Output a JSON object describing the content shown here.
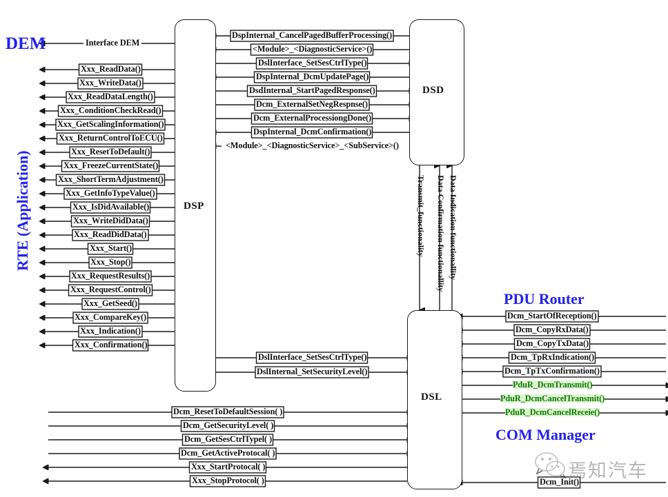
{
  "diagram": {
    "title": "AUTOSAR DCM module internal interfaces",
    "accent_blue": "#2222ee",
    "highlight_green": "#ddf5cc",
    "line_color": "#1a1a1a"
  },
  "blocks": {
    "dsp": {
      "label": "DSP"
    },
    "dsd": {
      "label": "DSD"
    },
    "dsl": {
      "label": "DSL"
    }
  },
  "titles": {
    "dem": "DEM",
    "rte": "RTE (Application)",
    "pdu_router": "PDU Router",
    "com_manager": "COM Manager"
  },
  "dem_interface": {
    "label": "Interface DEM",
    "direction": "left"
  },
  "rte_to_dsp": [
    {
      "label": "Xxx_ReadData()",
      "direction": "left"
    },
    {
      "label": "Xxx_WriteData()",
      "direction": "left"
    },
    {
      "label": "Xxx_ReadDataLength()",
      "direction": "left"
    },
    {
      "label": "Xxx_ConditionCheckRead()",
      "direction": "left"
    },
    {
      "label": "Xxx_GetScalingInformation()",
      "direction": "left"
    },
    {
      "label": "Xxx_ReturnControlToECU()",
      "direction": "left"
    },
    {
      "label": "Xxx_ResetToDefault()",
      "direction": "left"
    },
    {
      "label": "Xxx_FreezeCurrentState()",
      "direction": "left"
    },
    {
      "label": "Xxx_ShortTermAdjustment()",
      "direction": "left"
    },
    {
      "label": "Xxx_GetInfoTypeValue()",
      "direction": "left"
    },
    {
      "label": "Xxx_IsDidAvailable()",
      "direction": "left"
    },
    {
      "label": "Xxx_WriteDidData()",
      "direction": "left"
    },
    {
      "label": "Xxx_ReadDidData()",
      "direction": "left"
    },
    {
      "label": "Xxx_Start()",
      "direction": "left"
    },
    {
      "label": "Xxx_Stop()",
      "direction": "left"
    },
    {
      "label": "Xxx_RequestResults()",
      "direction": "left"
    },
    {
      "label": "Xxx_RequestControl()",
      "direction": "left"
    },
    {
      "label": "Xxx_GetSeed()",
      "direction": "left"
    },
    {
      "label": "Xxx_CompareKey()",
      "direction": "left"
    },
    {
      "label": "Xxx_Indication()",
      "direction": "left"
    },
    {
      "label": "Xxx_Confirmation()",
      "direction": "left"
    }
  ],
  "dsp_to_dsd": [
    {
      "label": "DspInternal_CancelPagedBufferProcessing()",
      "direction": "left"
    },
    {
      "label": "<Module>_<DiagnosticService>()",
      "direction": "left"
    },
    {
      "label": "DslInterface_SetSesCtrlType()",
      "direction": "right"
    },
    {
      "label": "DspInternal_DcmUpdatePage()",
      "direction": "left"
    },
    {
      "label": "DsdInternal_StartPagedResponse()",
      "direction": "right"
    },
    {
      "label": "Dcm_ExternalSetNegRespnse()",
      "direction": "right"
    },
    {
      "label": "Dcm_ExternalProcessiongDone()",
      "direction": "right"
    },
    {
      "label": "DspInternal_DcmConfirmation()",
      "direction": "left"
    },
    {
      "label": "<Module>_<DiagnosticService>_<SubService>()",
      "direction": "left"
    }
  ],
  "dsp_to_dsl": [
    {
      "label": "DslInterface_SetSesCtrlType()",
      "direction": "right"
    },
    {
      "label": "DslInternal_SetSecurityLevel()",
      "direction": "right"
    }
  ],
  "dsd_dsl_vertical": [
    {
      "label": "Transmit_functionality",
      "direction": "down"
    },
    {
      "label": "Data Confirmation functionallity",
      "direction": "up"
    },
    {
      "label": "Data Indication functionallity",
      "direction": "up"
    }
  ],
  "dsl_to_pdur": [
    {
      "label": "Dcm_StartOfReception()",
      "direction": "left",
      "highlight": false
    },
    {
      "label": "Dcm_CopyRxData()",
      "direction": "left",
      "highlight": false
    },
    {
      "label": "Dcm_CopyTxData()",
      "direction": "left",
      "highlight": false
    },
    {
      "label": "Dcm_TpRxIndication()",
      "direction": "left",
      "highlight": false
    },
    {
      "label": "Dcm_TpTxConfirmation()",
      "direction": "left",
      "highlight": false
    },
    {
      "label": "PduR_DcmTransmit()",
      "direction": "right",
      "highlight": true
    },
    {
      "label": "PduR_DcmCancelTransmit()",
      "direction": "right",
      "highlight": true
    },
    {
      "label": "PduR_DcmCancelReceie()",
      "direction": "right",
      "highlight": true
    }
  ],
  "dsl_bottom_left": [
    {
      "label": "Dcm_ResetToDefaultSession( )",
      "direction": "right"
    },
    {
      "label": "Dcm_GetSecurityLevel( )",
      "direction": "right"
    },
    {
      "label": "Dcm_GetSesCtrlTypel( )",
      "direction": "right"
    },
    {
      "label": "Dcm_GetActiveProtocal( )",
      "direction": "right"
    },
    {
      "label": "Xxx_StartProtocal( )",
      "direction": "left"
    },
    {
      "label": "Xxx_StopProtocol( )",
      "direction": "left"
    }
  ],
  "dsl_bottom_right": [
    {
      "label": "Dcm_Init()",
      "direction": "left"
    }
  ],
  "watermark": {
    "text": "焉知汽车"
  }
}
